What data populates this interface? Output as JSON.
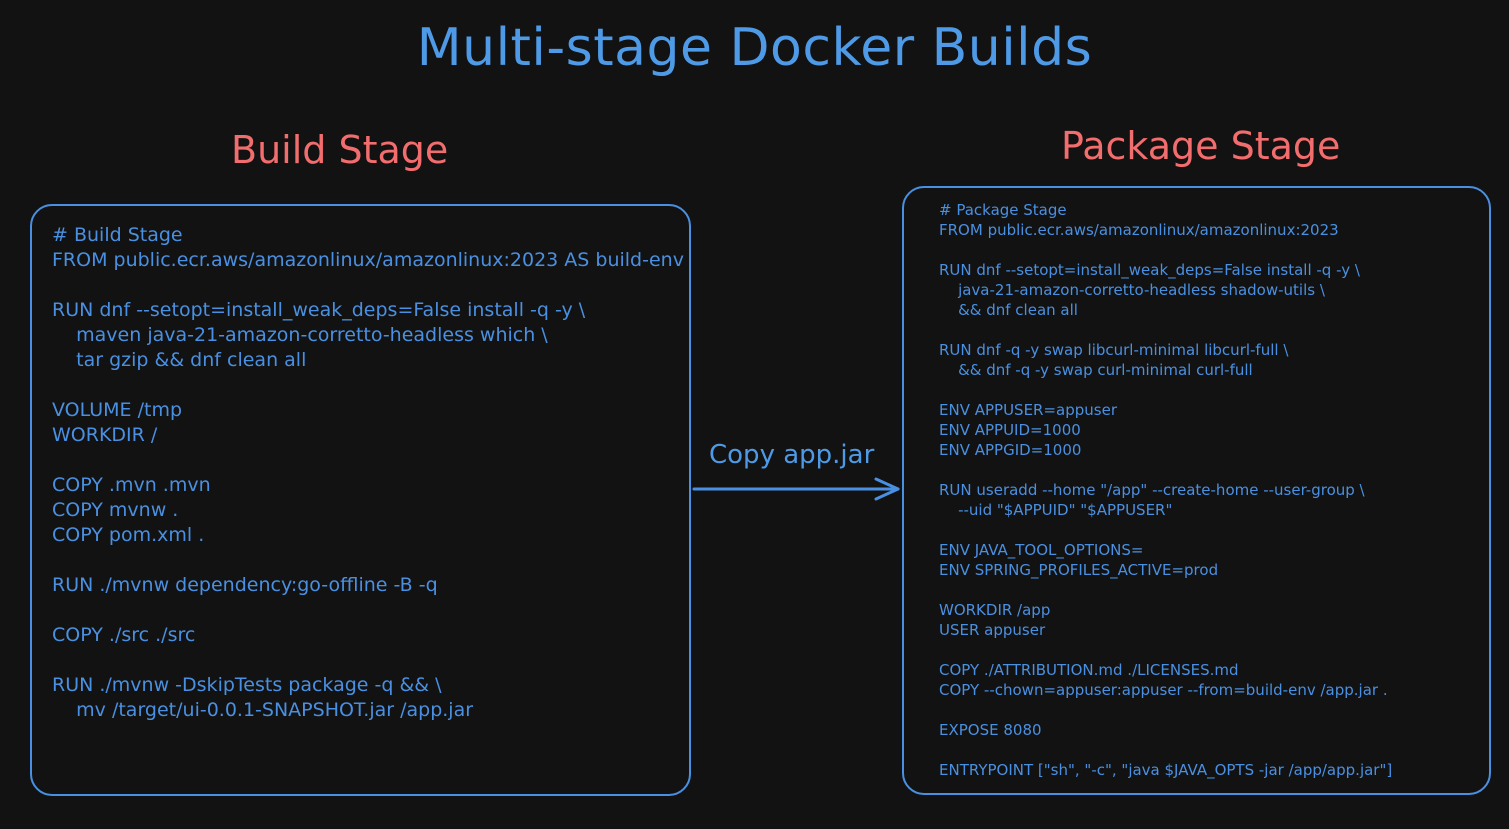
{
  "title": "Multi-stage Docker Builds",
  "build_stage": {
    "heading": "Build Stage",
    "code": "# Build Stage\nFROM public.ecr.aws/amazonlinux/amazonlinux:2023 AS build-env\n\nRUN dnf --setopt=install_weak_deps=False install -q -y \\\n    maven java-21-amazon-corretto-headless which \\\n    tar gzip && dnf clean all\n\nVOLUME /tmp\nWORKDIR /\n\nCOPY .mvn .mvn\nCOPY mvnw .\nCOPY pom.xml .\n\nRUN ./mvnw dependency:go-offline -B -q\n\nCOPY ./src ./src\n\nRUN ./mvnw -DskipTests package -q && \\\n    mv /target/ui-0.0.1-SNAPSHOT.jar /app.jar"
  },
  "package_stage": {
    "heading": "Package Stage",
    "code": "# Package Stage\nFROM public.ecr.aws/amazonlinux/amazonlinux:2023\n\nRUN dnf --setopt=install_weak_deps=False install -q -y \\\n    java-21-amazon-corretto-headless shadow-utils \\\n    && dnf clean all\n\nRUN dnf -q -y swap libcurl-minimal libcurl-full \\\n    && dnf -q -y swap curl-minimal curl-full\n\nENV APPUSER=appuser\nENV APPUID=1000\nENV APPGID=1000\n\nRUN useradd --home \"/app\" --create-home --user-group \\\n    --uid \"$APPUID\" \"$APPUSER\"\n\nENV JAVA_TOOL_OPTIONS=\nENV SPRING_PROFILES_ACTIVE=prod\n\nWORKDIR /app\nUSER appuser\n\nCOPY ./ATTRIBUTION.md ./LICENSES.md\nCOPY --chown=appuser:appuser --from=build-env /app.jar .\n\nEXPOSE 8080\n\nENTRYPOINT [\"sh\", \"-c\", \"java $JAVA_OPTS -jar /app/app.jar\"]"
  },
  "arrow": {
    "label": "Copy app.jar"
  },
  "colors": {
    "background": "#121212",
    "primary_blue": "#4a90e2",
    "heading_red": "#f26d6d"
  }
}
